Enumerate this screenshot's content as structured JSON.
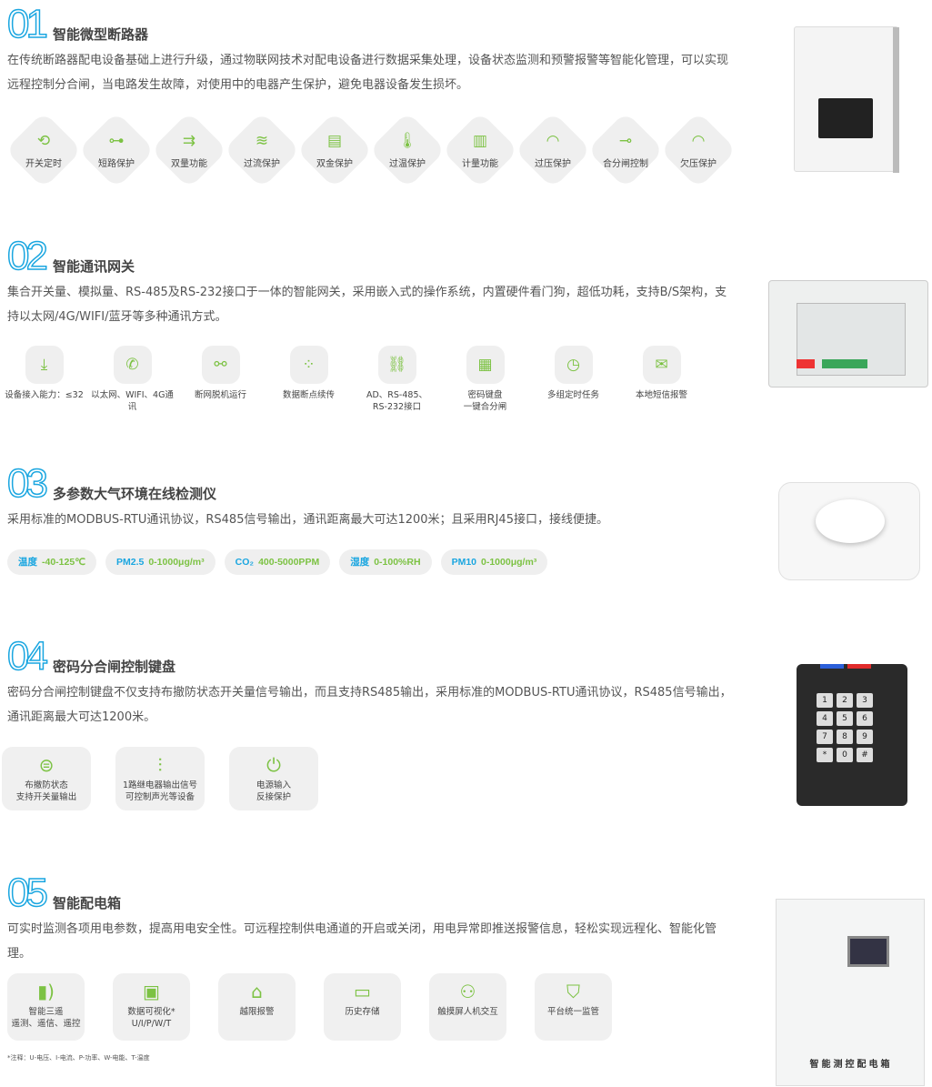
{
  "sections": [
    {
      "num": "01",
      "title": "智能微型断路器",
      "desc": "在传统断路器配电设备基础上进行升级，通过物联网技术对配电设备进行数据采集处理，设备状态监测和预警报警等智能化管理，可以实现远程控制分合闸，当电路发生故障，对使用中的电器产生保护，避免电器设备发生损坏。",
      "features": [
        {
          "label": "开关定时",
          "icon": "clock-refresh-icon"
        },
        {
          "label": "短路保护",
          "icon": "short-circuit-icon"
        },
        {
          "label": "双量功能",
          "icon": "dual-arrow-icon"
        },
        {
          "label": "过流保护",
          "icon": "overcurrent-wave-icon"
        },
        {
          "label": "双金保护",
          "icon": "bimetal-icon"
        },
        {
          "label": "过温保护",
          "icon": "thermometer-icon"
        },
        {
          "label": "计量功能",
          "icon": "bar-chart-icon"
        },
        {
          "label": "过压保护",
          "icon": "gauge-icon"
        },
        {
          "label": "合分闸控制",
          "icon": "switch-icon"
        },
        {
          "label": "欠压保护",
          "icon": "gauge-low-icon"
        }
      ]
    },
    {
      "num": "02",
      "title": "智能通讯网关",
      "desc": "集合开关量、模拟量、RS-485及RS-232接口于一体的智能网关，采用嵌入式的操作系统，内置硬件看门狗，超低功耗，支持B/S架构，支持以太网/4G/WIFI/蓝牙等多种通讯方式。",
      "features": [
        {
          "label": "设备接入能力：≤32",
          "icon": "download-32-icon"
        },
        {
          "label": "以太网、WIFI、4G通讯",
          "icon": "phone-icon"
        },
        {
          "label": "断网脱机运行",
          "icon": "broken-link-icon"
        },
        {
          "label": "数据断点续传",
          "icon": "dots-line-icon"
        },
        {
          "label": "AD、RS-485、\nRS-232接口",
          "icon": "link-icon"
        },
        {
          "label": "密码键盘\n一键合分闸",
          "icon": "keypad-icon"
        },
        {
          "label": "多组定时任务",
          "icon": "clock-n-icon"
        },
        {
          "label": "本地短信报警",
          "icon": "envelope-icon"
        }
      ]
    },
    {
      "num": "03",
      "title": "多参数大气环境在线检测仪",
      "desc": "采用标准的MODBUS-RTU通讯协议，RS485信号输出，通讯距离最大可达1200米；且采用RJ45接口，接线便捷。",
      "chips": [
        {
          "key": "温度",
          "value": "-40-125℃"
        },
        {
          "key": "PM2.5",
          "value": "0-1000μg/m³"
        },
        {
          "key": "CO₂",
          "value": "400-5000PPM"
        },
        {
          "key": "湿度",
          "value": "0-100%RH"
        },
        {
          "key": "PM10",
          "value": "0-1000μg/m³"
        }
      ]
    },
    {
      "num": "04",
      "title": "密码分合闸控制键盘",
      "desc": "密码分合闸控制键盘不仅支持布撤防状态开关量信号输出，而且支持RS485输出，采用标准的MODBUS-RTU通讯协议，RS485信号输出，通讯距离最大可达1200米。",
      "features": [
        {
          "label": "布撤防状态\n支持开关量输出",
          "icon": "toggle-icon"
        },
        {
          "label": "1路继电器输出信号\n可控制声光等设备",
          "icon": "sliders-icon"
        },
        {
          "label": "电源输入\n反接保护",
          "icon": "power-plug-icon"
        }
      ],
      "keys": [
        "1",
        "2",
        "3",
        "4",
        "5",
        "6",
        "7",
        "8",
        "9",
        "*",
        "0",
        "#"
      ]
    },
    {
      "num": "05",
      "title": "智能配电箱",
      "desc": "可实时监测各项用电参数，提高用电安全性。可远程控制供电通道的开启或关闭，用电异常即推送报警信息，轻松实现远程化、智能化管理。",
      "features": [
        {
          "label": "智能三遥\n遥测、遥信、遥控",
          "icon": "signal-icon"
        },
        {
          "label": "数据可视化*\nU/I/P/W/T",
          "icon": "monitor-chart-icon"
        },
        {
          "label": "越限报警",
          "icon": "alarm-light-icon"
        },
        {
          "label": "历史存储",
          "icon": "storage-icon"
        },
        {
          "label": "触摸屏人机交互",
          "icon": "users-icon"
        },
        {
          "label": "平台统一监管",
          "icon": "shield-icon"
        }
      ],
      "note": "*注释：U-电压、I-电流、P-功率、W-电能、T-温度",
      "box_label": "智能测控配电箱"
    }
  ],
  "colors": {
    "accent_blue": "#1aa6e0",
    "accent_green": "#7cc243"
  }
}
